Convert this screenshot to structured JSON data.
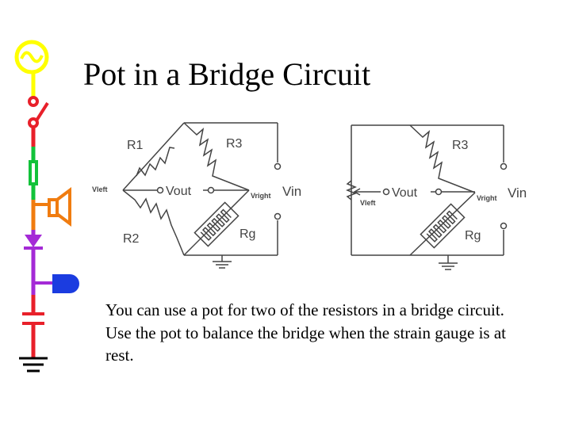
{
  "slide": {
    "title": "Pot in a Bridge Circuit",
    "body": "You can use a pot for two of the resistors in a bridge circuit.  Use the pot to balance the bridge when the strain gauge is at rest."
  },
  "left_circuit": {
    "r1": "R1",
    "r2": "R2",
    "r3": "R3",
    "rg": "Rg",
    "vout": "Vout",
    "vin": "Vin",
    "vleft": "Vleft",
    "vright": "Vright"
  },
  "right_circuit": {
    "r3": "R3",
    "rg": "Rg",
    "vout": "Vout",
    "vin": "Vin",
    "vleft": "Vleft",
    "vright": "Vright"
  },
  "colors": {
    "sidebar_yellow": "#ffff00",
    "sidebar_red": "#e8202a",
    "sidebar_green": "#12c23a",
    "sidebar_orange": "#f07c10",
    "sidebar_purple": "#a42ad6",
    "sidebar_blue": "#1b3ce0",
    "wire": "#444444"
  }
}
